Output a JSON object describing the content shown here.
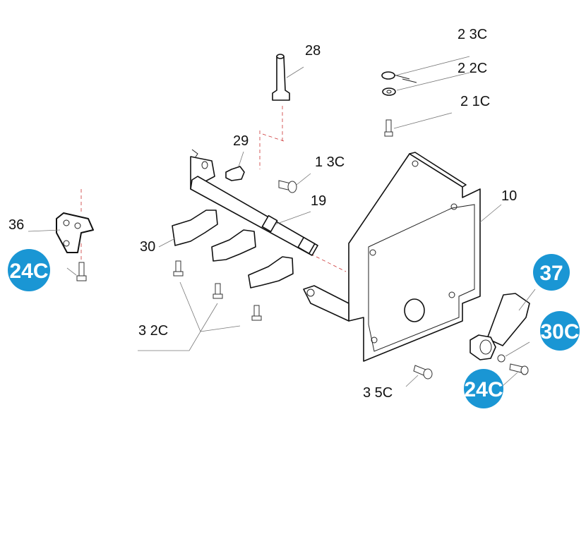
{
  "labels": {
    "p28": "28",
    "p23c": "2 3C",
    "p22c": "2 2C",
    "p21c": "2 1C",
    "p29": "29",
    "p13c": "1 3C",
    "p19": "19",
    "p10": "10",
    "p36": "36",
    "p30": "30",
    "p32c": "3 2C",
    "p35c": "3 5C"
  },
  "badges": {
    "b24c_left": "24C",
    "b37": "37",
    "b30c": "30C",
    "b24c_right": "24C"
  },
  "colors": {
    "badge": "#1a96d4"
  }
}
